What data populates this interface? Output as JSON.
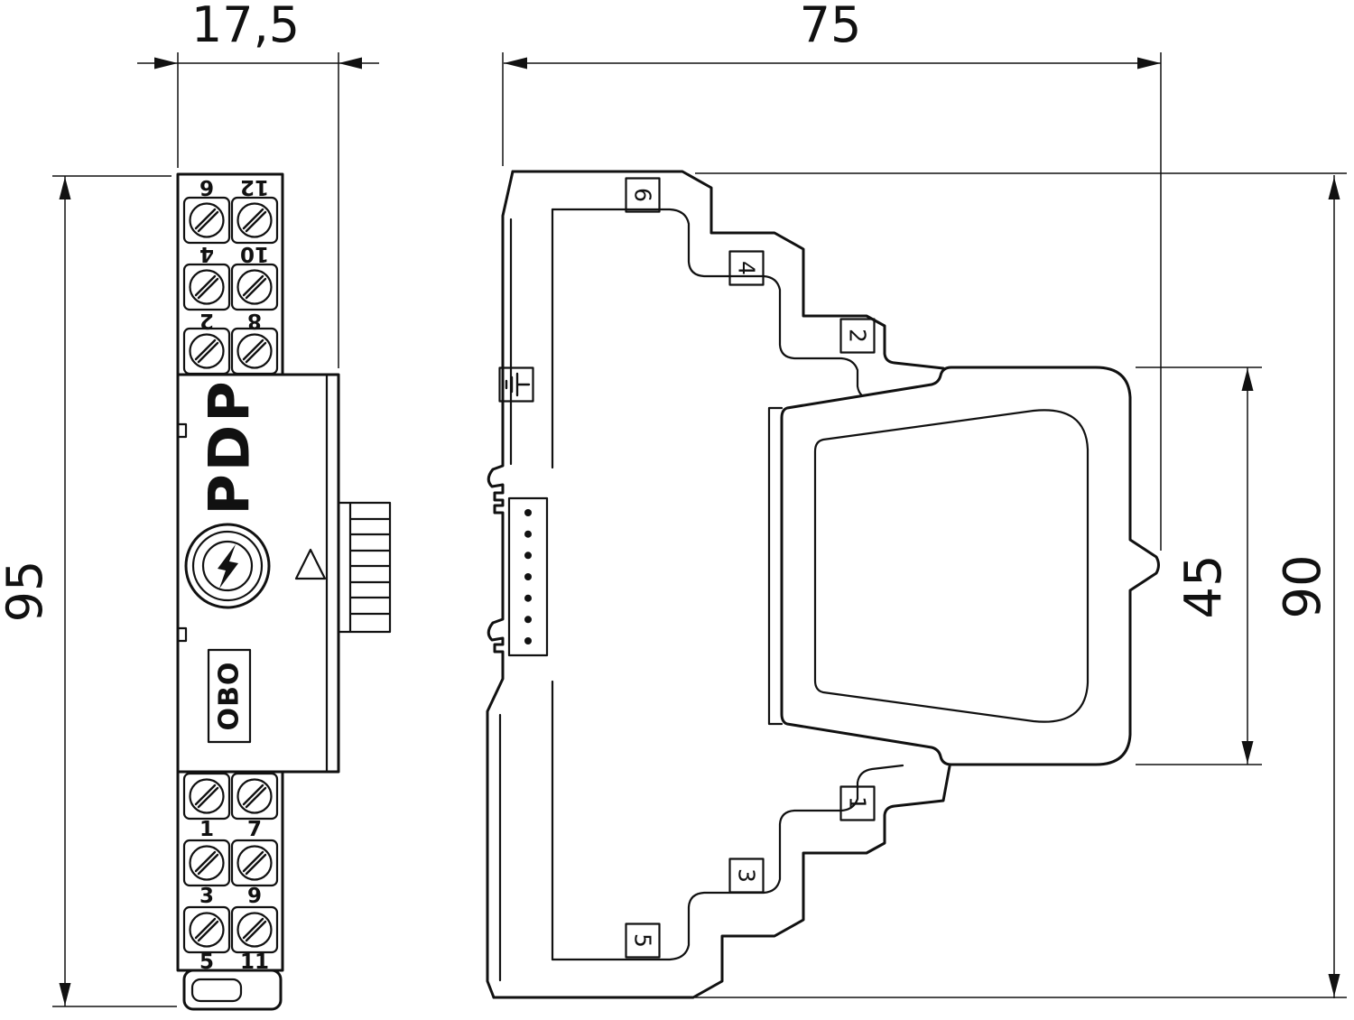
{
  "dimensions": {
    "front_width": "17,5",
    "front_height": "95",
    "side_depth": "75",
    "side_height": "90",
    "module_height": "45"
  },
  "front_view": {
    "product_label": "PDP",
    "brand_label": "OBO",
    "terminal_rows_top": [
      [
        "6",
        "12"
      ],
      [
        "4",
        "10"
      ],
      [
        "2",
        "8"
      ]
    ],
    "terminal_rows_bottom": [
      [
        "1",
        "7"
      ],
      [
        "3",
        "9"
      ],
      [
        "5",
        "11"
      ]
    ]
  },
  "side_view": {
    "step_labels_top": [
      "6",
      "4",
      "2"
    ],
    "step_labels_bottom": [
      "1",
      "3",
      "5"
    ]
  },
  "icons": {
    "logo": "lightning-bolt-circle",
    "marker": "triangle-outline",
    "ground": "earth-ground-symbol"
  },
  "colors": {
    "line": "#111111",
    "background": "#ffffff"
  }
}
